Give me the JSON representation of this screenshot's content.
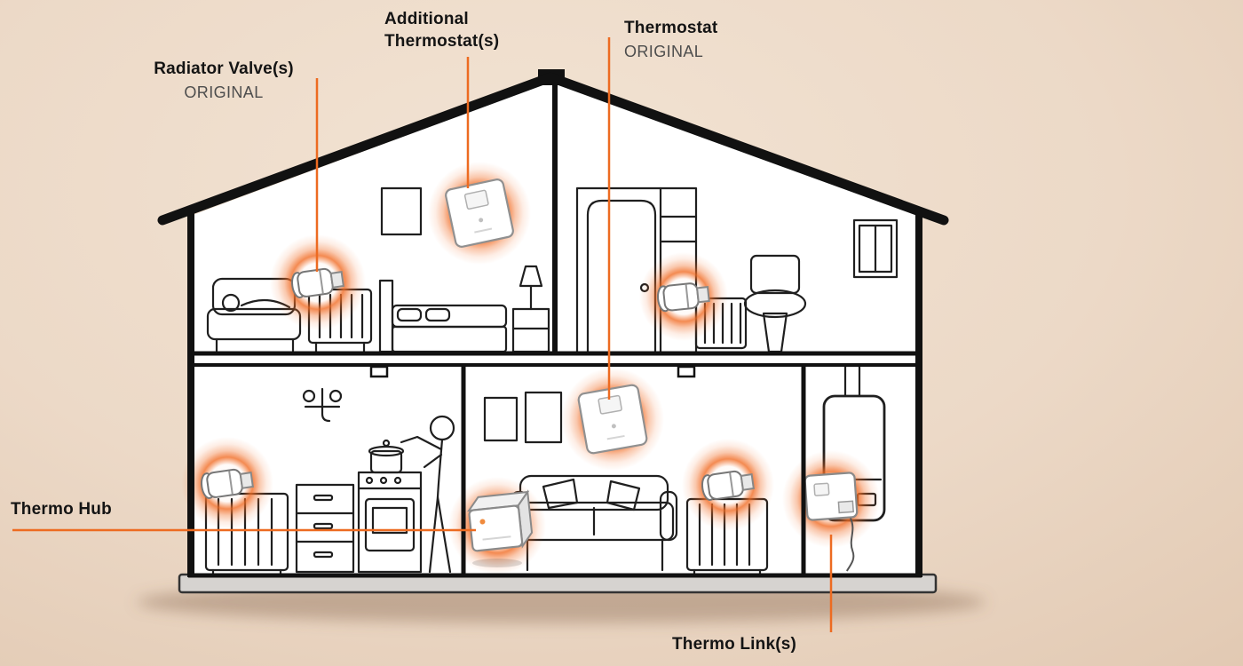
{
  "scene": {
    "background_color": "#ecd9c7",
    "accent_color": "#ed6b21",
    "line_color": "#1f1f1f",
    "glow_color": "#f16d26"
  },
  "labels": {
    "radiator_valves": {
      "title": "Radiator Valve(s)",
      "subtitle": "ORIGINAL"
    },
    "additional_thermostats": {
      "title": "Additional Thermostat(s)"
    },
    "thermostat": {
      "title": "Thermostat",
      "subtitle": "ORIGINAL"
    },
    "thermo_hub": {
      "title": "Thermo Hub"
    },
    "thermo_links": {
      "title": "Thermo Link(s)"
    }
  },
  "devices": [
    {
      "id": "radiator-valve-bedroom",
      "type": "radiator-valve"
    },
    {
      "id": "additional-thermostat-bedroom",
      "type": "thermostat"
    },
    {
      "id": "radiator-valve-bathroom",
      "type": "radiator-valve"
    },
    {
      "id": "thermostat-living-room",
      "type": "thermostat"
    },
    {
      "id": "radiator-valve-kitchen",
      "type": "radiator-valve"
    },
    {
      "id": "thermo-hub",
      "type": "hub"
    },
    {
      "id": "radiator-valve-living-room",
      "type": "radiator-valve"
    },
    {
      "id": "thermo-link-boiler",
      "type": "thermo-link"
    }
  ]
}
